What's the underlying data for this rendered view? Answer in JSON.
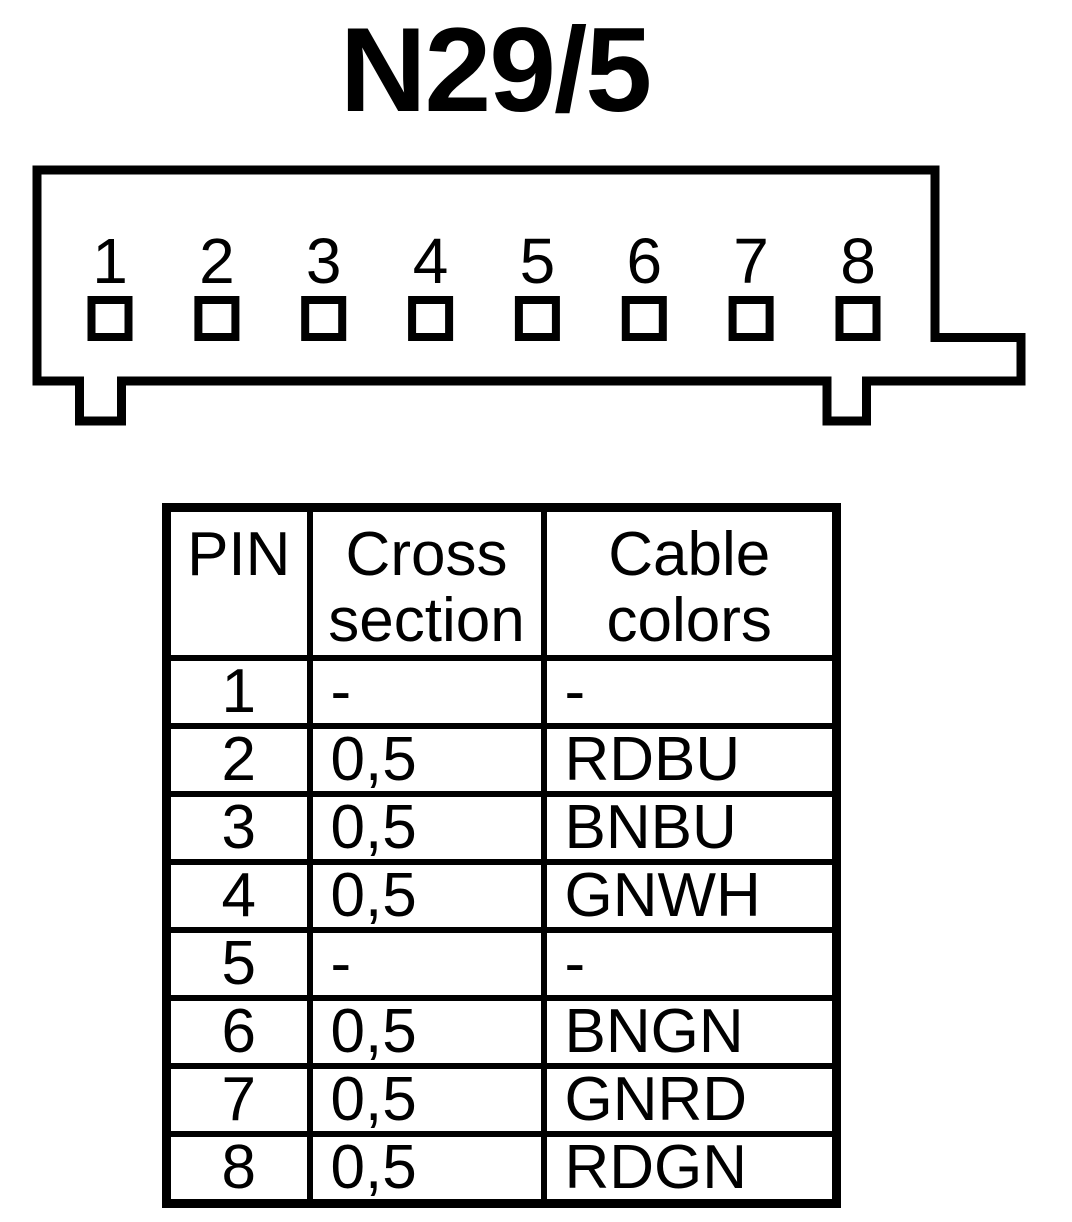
{
  "page": {
    "title": "N29/5"
  },
  "connector": {
    "description": "8-pin connector front view with two mounting feet",
    "pins": [
      "1",
      "2",
      "3",
      "4",
      "5",
      "6",
      "7",
      "8"
    ]
  },
  "table": {
    "headers": {
      "pin": "PIN",
      "cross_section": "Cross section",
      "cable_colors": "Cable colors"
    },
    "rows": [
      {
        "pin": "1",
        "cross_section": "-",
        "cable_color": "-"
      },
      {
        "pin": "2",
        "cross_section": "0,5",
        "cable_color": "RDBU"
      },
      {
        "pin": "3",
        "cross_section": "0,5",
        "cable_color": "BNBU"
      },
      {
        "pin": "4",
        "cross_section": "0,5",
        "cable_color": "GNWH"
      },
      {
        "pin": "5",
        "cross_section": "-",
        "cable_color": "-"
      },
      {
        "pin": "6",
        "cross_section": "0,5",
        "cable_color": "BNGN"
      },
      {
        "pin": "7",
        "cross_section": "0,5",
        "cable_color": "GNRD"
      },
      {
        "pin": "8",
        "cross_section": "0,5",
        "cable_color": "RDGN"
      }
    ]
  },
  "colors": {
    "foreground": "#000000",
    "background": "#ffffff"
  }
}
